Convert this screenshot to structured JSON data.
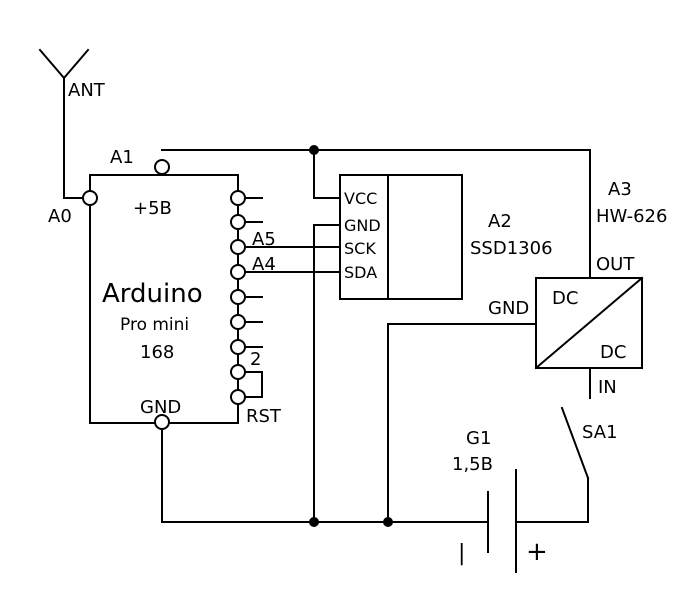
{
  "antenna": {
    "label": "ANT"
  },
  "arduino": {
    "ref": "A1",
    "pin_a0": "A0",
    "pin_power": "+5B",
    "pin_a5": "A5",
    "pin_a4": "A4",
    "pin_2": "2",
    "pin_gnd": "GND",
    "pin_rst": "RST",
    "name": "Arduino",
    "model": "Pro mini",
    "chip": "168"
  },
  "display": {
    "ref": "A2",
    "part": "SSD1306",
    "pins": [
      "VCC",
      "GND",
      "SCK",
      "SDA"
    ]
  },
  "converter": {
    "ref": "A3",
    "part": "HW-626",
    "out": "OUT",
    "gnd": "GND",
    "dc_top": "DC",
    "dc_bottom": "DC",
    "in": "IN"
  },
  "switch": {
    "ref": "SA1"
  },
  "battery": {
    "ref": "G1",
    "voltage": "1,5B",
    "minus": "|",
    "plus": "+"
  }
}
